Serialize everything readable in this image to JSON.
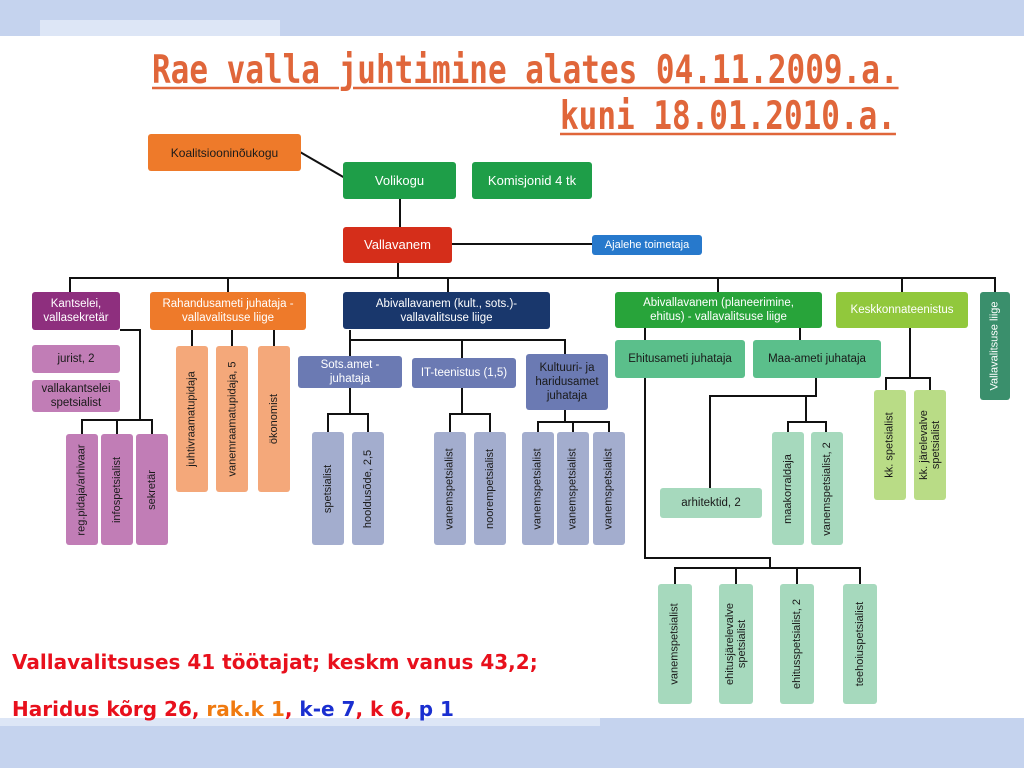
{
  "title": {
    "line1": "Rae valla juhtimine alates 04.11.2009.a.",
    "line2": "kuni 18.01.2010.a."
  },
  "top": {
    "koalitsioon": "Koalitsiooninõukogu",
    "volikogu": "Volikogu",
    "komisjonid": "Komisjonid 4 tk",
    "vallavanem": "Vallavanem",
    "ajalehe": "Ajalehe toimetaja"
  },
  "kantselei": {
    "head": "Kantselei,\nvallasekretär",
    "jurist": "jurist, 2",
    "vallakantselei": "vallakantselei\nspetsialist",
    "staff": [
      "reg.pidaja/arhivaar",
      "infospetsialist",
      "sekretär"
    ]
  },
  "rahandus": {
    "head": "Rahandusameti juhataja -\nvallavalitsuse liige",
    "staff": [
      "juhtivraamatupidaja",
      "vanemraamatupidaja, 5",
      "ökonomist"
    ]
  },
  "abi_sots": {
    "head": "Abivallavanem (kult., sots.)-\nvallavalitsuse liige",
    "sots": "Sots.amet -\njuhataja",
    "sots_staff": [
      "spetsialist",
      "hooldusõde, 2,5"
    ],
    "it": "IT-teenistus (1,5)",
    "it_staff": [
      "vanemspetsialist",
      "noorempetsialist"
    ],
    "kultuur": "Kultuuri- ja\nharidusamet\njuhataja",
    "kultuur_staff": [
      "vanemspetsialist",
      "vanemspetsialist",
      "vanemspetsialist"
    ]
  },
  "abi_plan": {
    "head": "Abivallavanem (planeerimine,\nehitus) - vallavalitsuse liige",
    "ehitus": "Ehitusameti  juhataja",
    "maa": "Maa-ameti juhataja",
    "arhitekt": "arhitektid, 2",
    "maa_staff": [
      "maakorraldaja",
      "vanemspetsialist, 2"
    ],
    "ehitus_staff": [
      "vanemspetsialist",
      "ehitusjärelevalve\nspetsialist",
      "ehitusspetsialist, 2",
      "teehoiuspetsialist"
    ]
  },
  "keskkond": {
    "head": "Keskkonnateenistus",
    "staff": [
      "kk. spetsialist",
      "kk. järelevalve\nspetsialist"
    ]
  },
  "vallavalitsuse_liige": "Vallavalitsuse liige",
  "footer": {
    "line1": "Vallavalitsuses 41 töötajat; keskm vanus 43,2;",
    "line2_parts": [
      {
        "text": "Haridus kõrg 26",
        "color": "#e8101c"
      },
      {
        "text": ", ",
        "color": "#e8101c"
      },
      {
        "text": "rak.k 1",
        "color": "#f07a10"
      },
      {
        "text": ", ",
        "color": "#e8101c"
      },
      {
        "text": "k-e 7",
        "color": "#1a2fd0"
      },
      {
        "text": ", ",
        "color": "#e8101c"
      },
      {
        "text": "k 6",
        "color": "#e8101c"
      },
      {
        "text": ", ",
        "color": "#e8101c"
      },
      {
        "text": "p 1",
        "color": "#1a2fd0"
      }
    ]
  }
}
